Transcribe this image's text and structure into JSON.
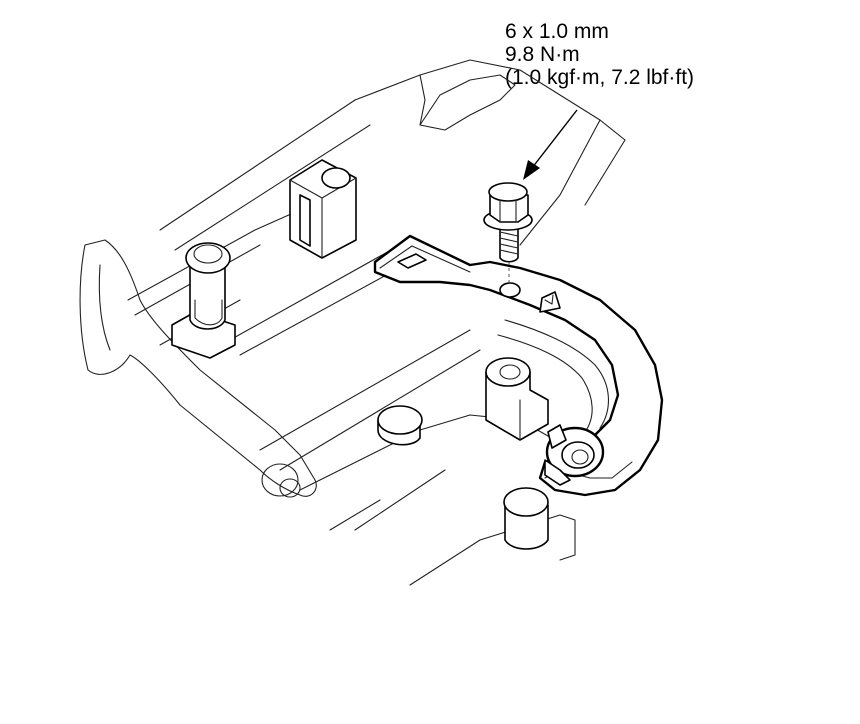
{
  "callout": {
    "bolt_size": "6 x 1.0 mm",
    "torque_nm": "9.8 N·m",
    "torque_alt": "(1.0 kgf·m, 7.2 lbf·ft)"
  },
  "icons": {
    "arrow": "leader-arrow-icon",
    "bolt": "flange-bolt-icon",
    "bracket": "harness-bracket-icon"
  }
}
